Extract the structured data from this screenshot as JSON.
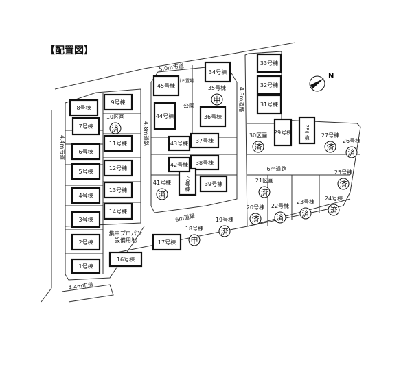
{
  "title": "【配置図】",
  "north_label": "N",
  "lots": [
    {
      "label": "1号棟",
      "status": ""
    },
    {
      "label": "2号棟",
      "status": ""
    },
    {
      "label": "3号棟",
      "status": ""
    },
    {
      "label": "4号棟",
      "status": ""
    },
    {
      "label": "5号棟",
      "status": ""
    },
    {
      "label": "6号棟",
      "status": ""
    },
    {
      "label": "7号棟",
      "status": ""
    },
    {
      "label": "8号棟",
      "status": ""
    },
    {
      "label": "9号棟",
      "status": ""
    },
    {
      "label": "10区画",
      "status": "済"
    },
    {
      "label": "11号棟",
      "status": ""
    },
    {
      "label": "12号棟",
      "status": ""
    },
    {
      "label": "13号棟",
      "status": ""
    },
    {
      "label": "14号棟",
      "status": ""
    },
    {
      "label": "16号棟",
      "status": ""
    },
    {
      "label": "17号棟",
      "status": ""
    },
    {
      "label": "18号棟",
      "status": "申"
    },
    {
      "label": "19号棟",
      "status": "済"
    },
    {
      "label": "20号棟",
      "status": "済"
    },
    {
      "label": "21区画",
      "status": "済"
    },
    {
      "label": "22号棟",
      "status": "済"
    },
    {
      "label": "23号棟",
      "status": "済"
    },
    {
      "label": "24号棟",
      "status": "済"
    },
    {
      "label": "25号棟",
      "status": "済"
    },
    {
      "label": "26号棟",
      "status": "済"
    },
    {
      "label": "27号棟",
      "status": "済"
    },
    {
      "label": "28号棟",
      "status": ""
    },
    {
      "label": "29号棟",
      "status": ""
    },
    {
      "label": "30区画",
      "status": "済"
    },
    {
      "label": "31号棟",
      "status": ""
    },
    {
      "label": "32号棟",
      "status": ""
    },
    {
      "label": "33号棟",
      "status": ""
    },
    {
      "label": "34号棟",
      "status": ""
    },
    {
      "label": "35号棟",
      "status": "申"
    },
    {
      "label": "36号棟",
      "status": ""
    },
    {
      "label": "37号棟",
      "status": ""
    },
    {
      "label": "38号棟",
      "status": ""
    },
    {
      "label": "39号棟",
      "status": ""
    },
    {
      "label": "40号棟",
      "status": ""
    },
    {
      "label": "41号棟",
      "status": "済"
    },
    {
      "label": "42号棟",
      "status": ""
    },
    {
      "label": "43号棟",
      "status": ""
    },
    {
      "label": "44号棟",
      "status": ""
    },
    {
      "label": "45号棟",
      "status": ""
    }
  ],
  "facilities": {
    "park": "公園",
    "garbage": "ゴミ置場",
    "propane_line1": "集中プロパン",
    "propane_line2": "設備用地"
  },
  "roads": {
    "north": "5.0m市道",
    "west": "4.4m市道",
    "south_west": "4.4m市道",
    "inner_west": "4.8m道路",
    "inner_east": "4.8m道路",
    "south": "6m道路",
    "east": "6m道路"
  }
}
